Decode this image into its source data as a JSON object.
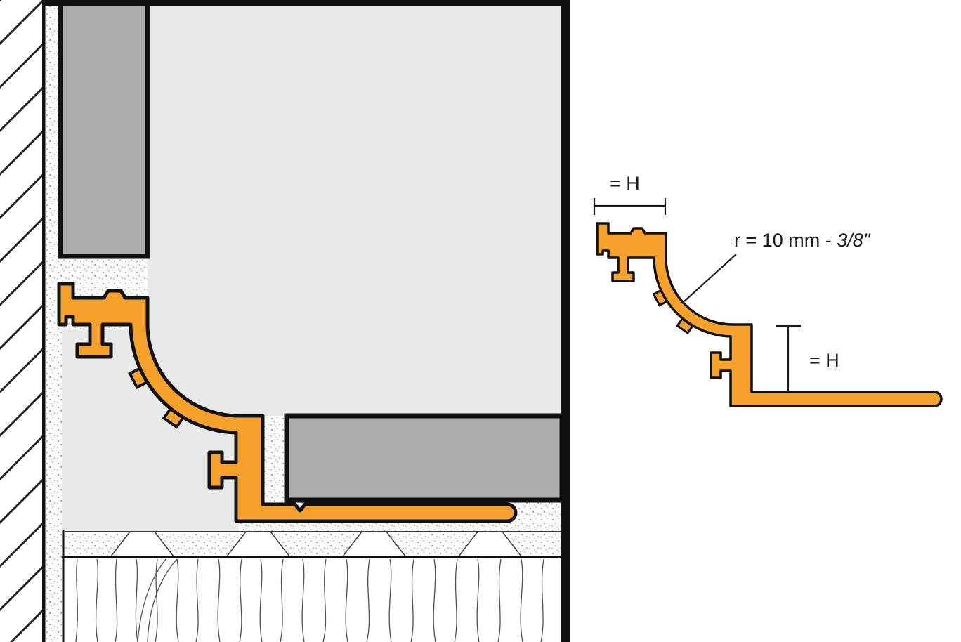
{
  "diagram": {
    "annotations": {
      "top_width_label": "= H",
      "height_label": "= H",
      "radius_label_prefix": "r = 10 mm - ",
      "radius_label_fraction": "3/8\""
    },
    "colors": {
      "profile_orange": "#F6A12C",
      "tile_gray": "#ADADAD",
      "surface_gray": "#E8EAE9",
      "line_black": "#111111",
      "stipple_dot": "#8F8F8F"
    }
  }
}
